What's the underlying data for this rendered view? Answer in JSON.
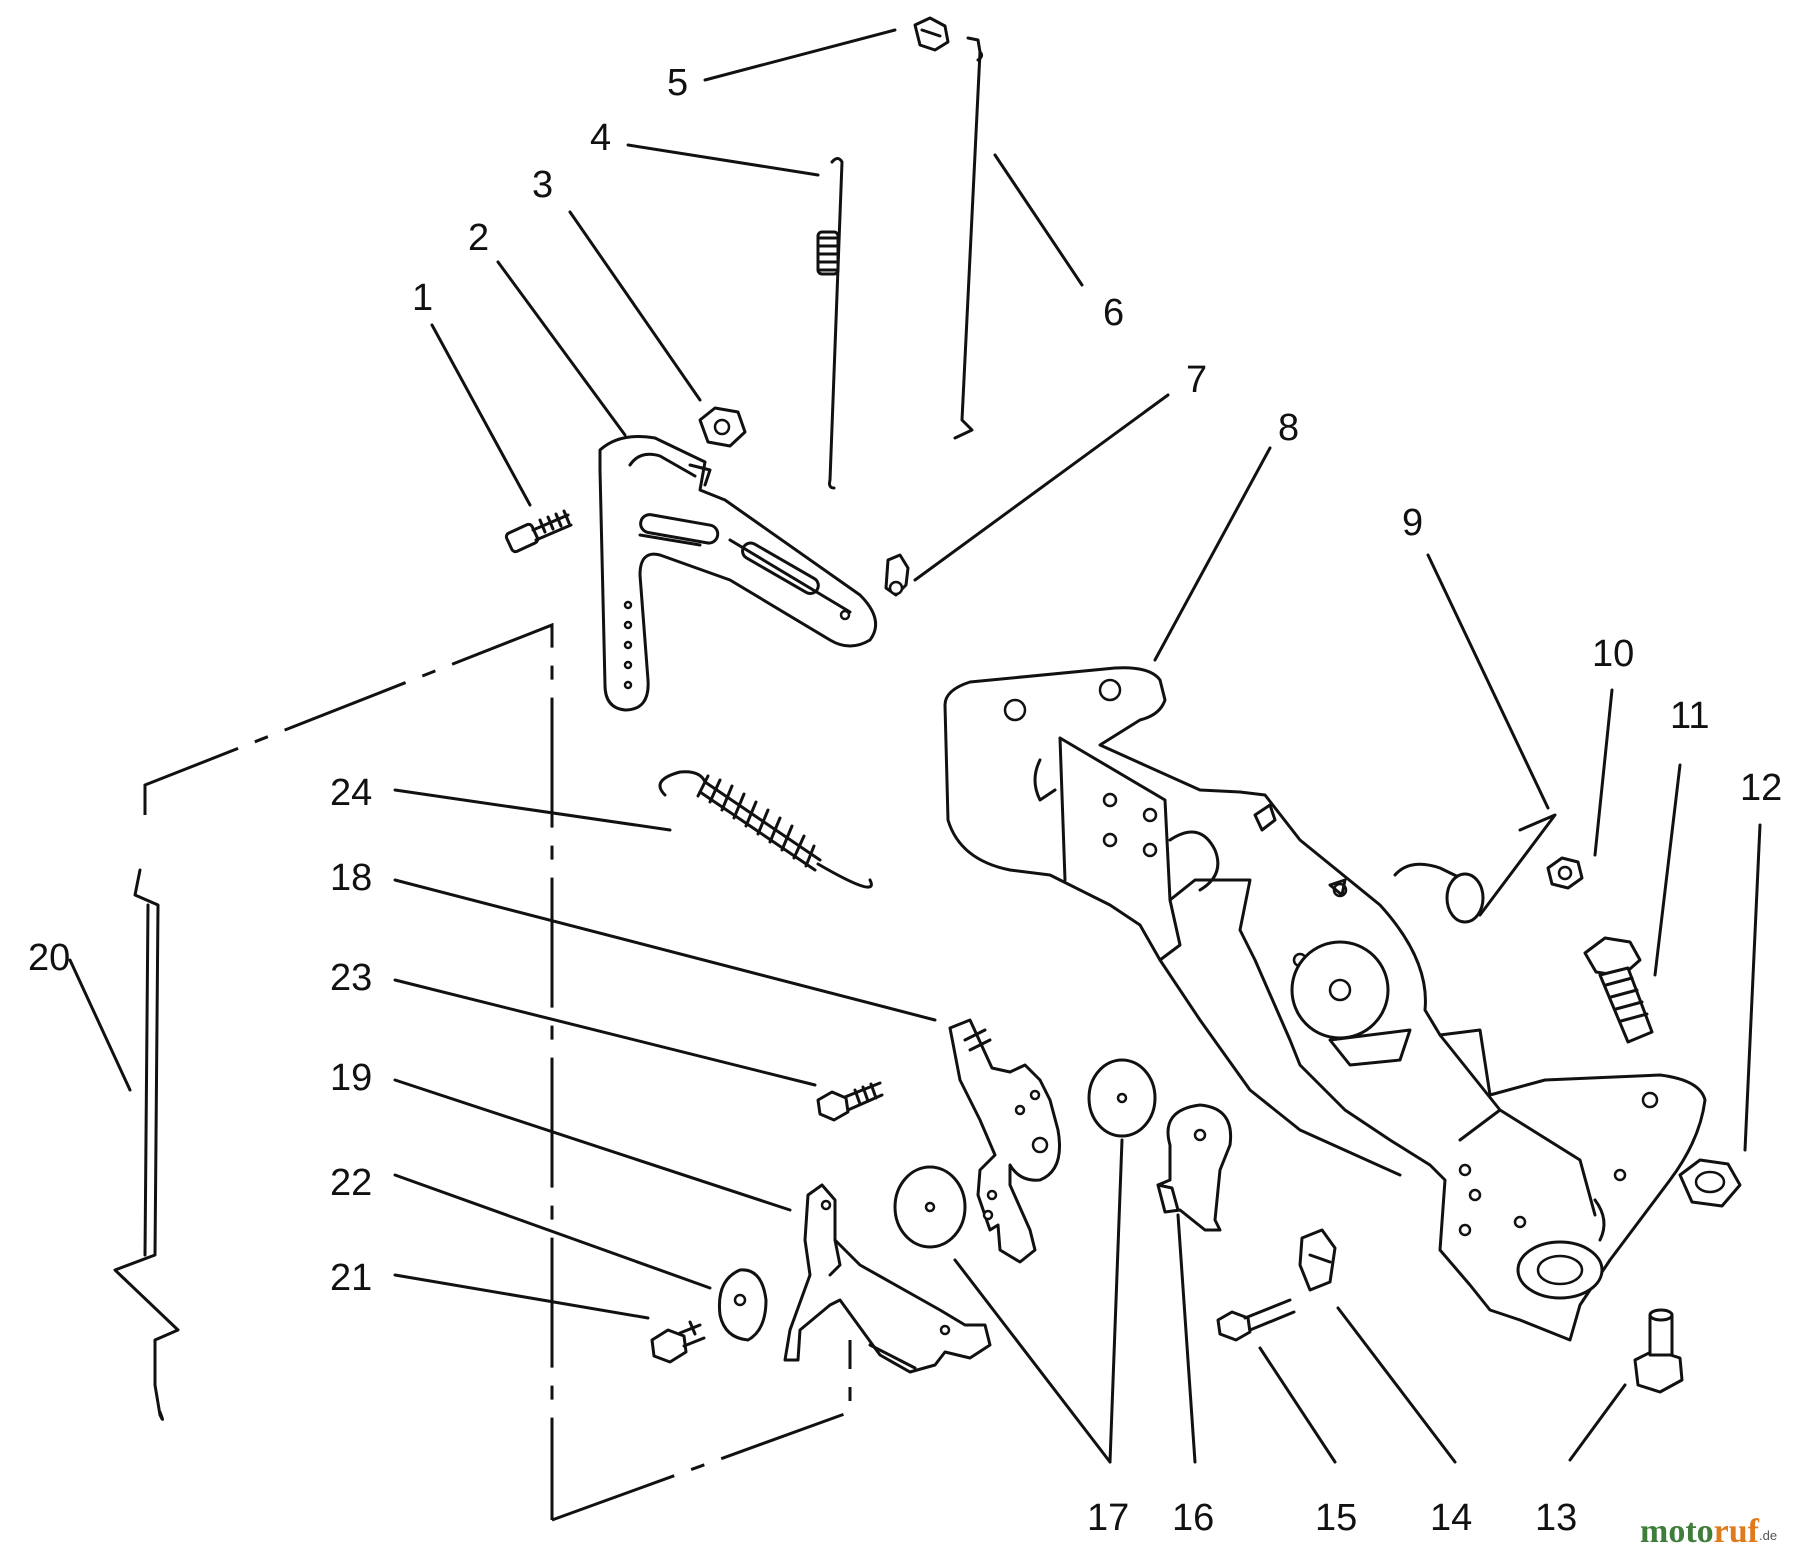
{
  "callouts": [
    "1",
    "2",
    "3",
    "4",
    "5",
    "6",
    "7",
    "8",
    "9",
    "10",
    "11",
    "12",
    "13",
    "14",
    "15",
    "16",
    "17",
    "18",
    "19",
    "20",
    "21",
    "22",
    "23",
    "24"
  ],
  "watermark": {
    "part1": "moto",
    "part2": "ruf",
    "suffix": ".de"
  },
  "colors": {
    "line": "#111111",
    "watermark_green": "#3f7d3a",
    "watermark_orange": "#e07a1f"
  }
}
